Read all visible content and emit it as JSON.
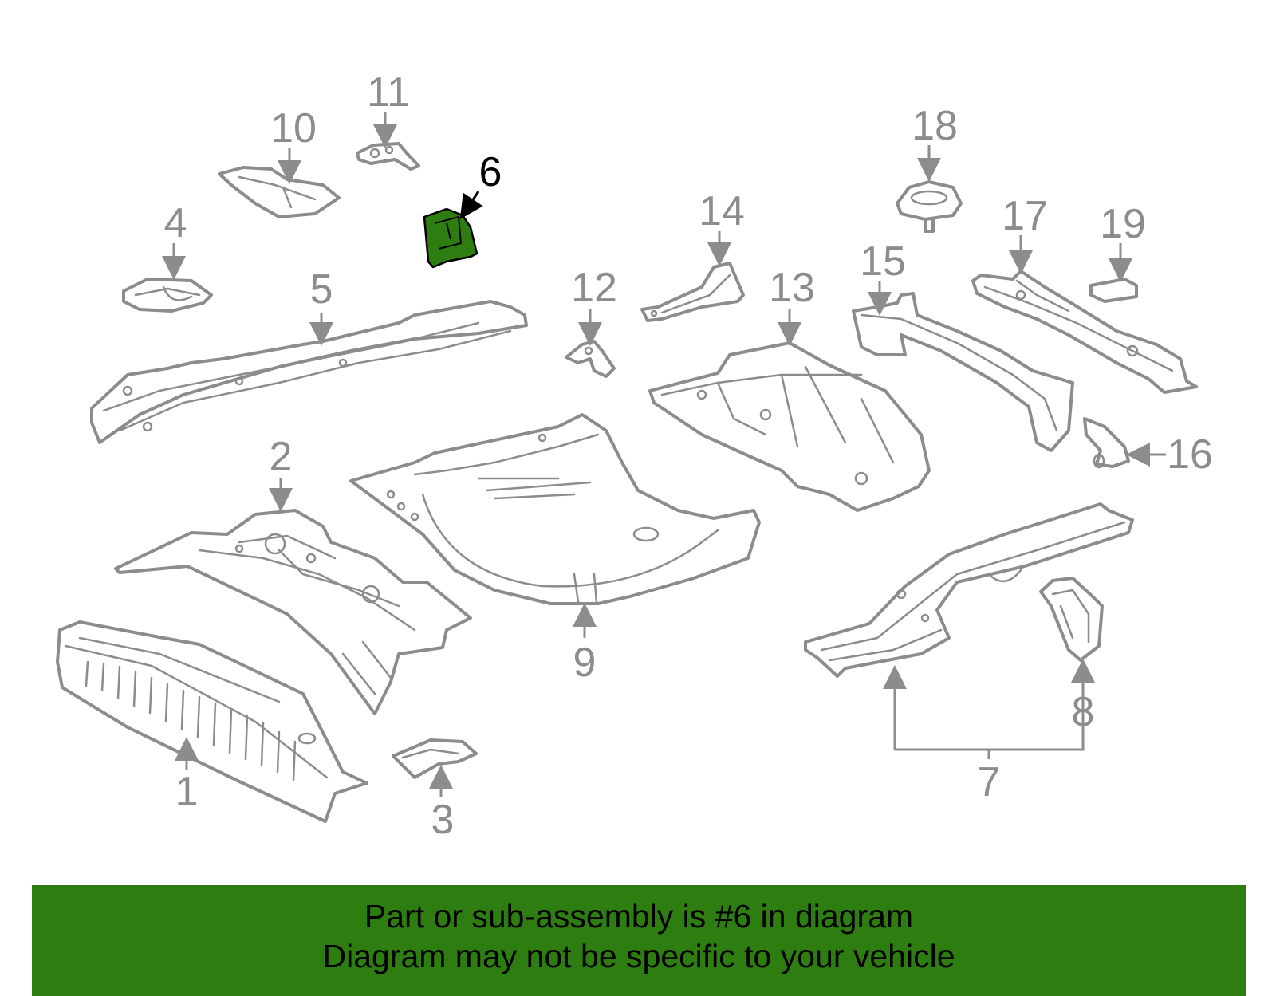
{
  "diagram": {
    "highlight_color": "#2e7d11",
    "line_color": "#8c8c8c",
    "highlighted_part": "6",
    "callouts": [
      "1",
      "2",
      "3",
      "4",
      "5",
      "6",
      "7",
      "8",
      "9",
      "10",
      "11",
      "12",
      "13",
      "14",
      "15",
      "16",
      "17",
      "18",
      "19"
    ]
  },
  "banner": {
    "line1": "Part or sub-assembly is #6 in diagram",
    "line2": "Diagram may not be specific to your vehicle",
    "background": "#2e7d11"
  }
}
